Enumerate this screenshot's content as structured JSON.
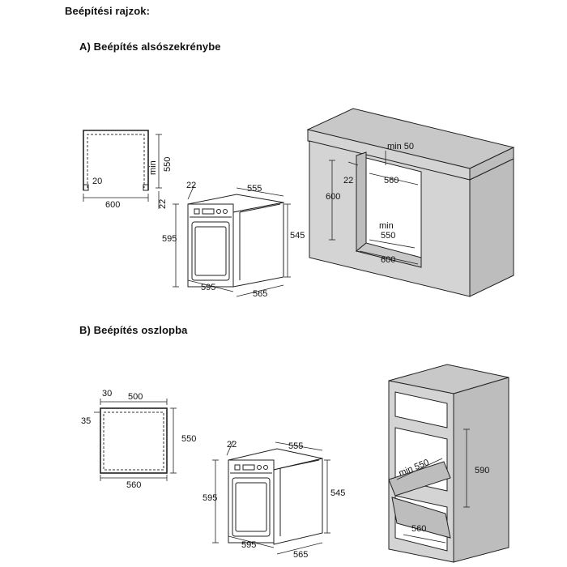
{
  "headings": {
    "main": "Beépítési rajzok:",
    "section_a": "A)  Beépítés alsószekrénybe",
    "section_b": "B)  Beépítés oszlopba"
  },
  "section_a": {
    "cutout": {
      "d20": "20",
      "d600": "600",
      "dmin": "min",
      "d550": "550",
      "d22": "22"
    },
    "oven": {
      "d22": "22",
      "d555": "555",
      "d595h": "595",
      "d545": "545",
      "d595w": "595",
      "d565": "565"
    },
    "cabinet": {
      "min50": "min 50",
      "d22": "22",
      "d560": "560",
      "d600h": "600",
      "dmin": "min",
      "d550": "550",
      "d600w": "600"
    }
  },
  "section_b": {
    "cutout": {
      "d30": "30",
      "d500": "500",
      "d35": "35",
      "d550": "550",
      "d560": "560"
    },
    "oven": {
      "d22": "22",
      "d555": "555",
      "d595h": "595",
      "d545": "545",
      "d595w": "595",
      "d565": "565"
    },
    "column": {
      "min550": "min 550",
      "d590": "590",
      "d560": "560"
    }
  }
}
